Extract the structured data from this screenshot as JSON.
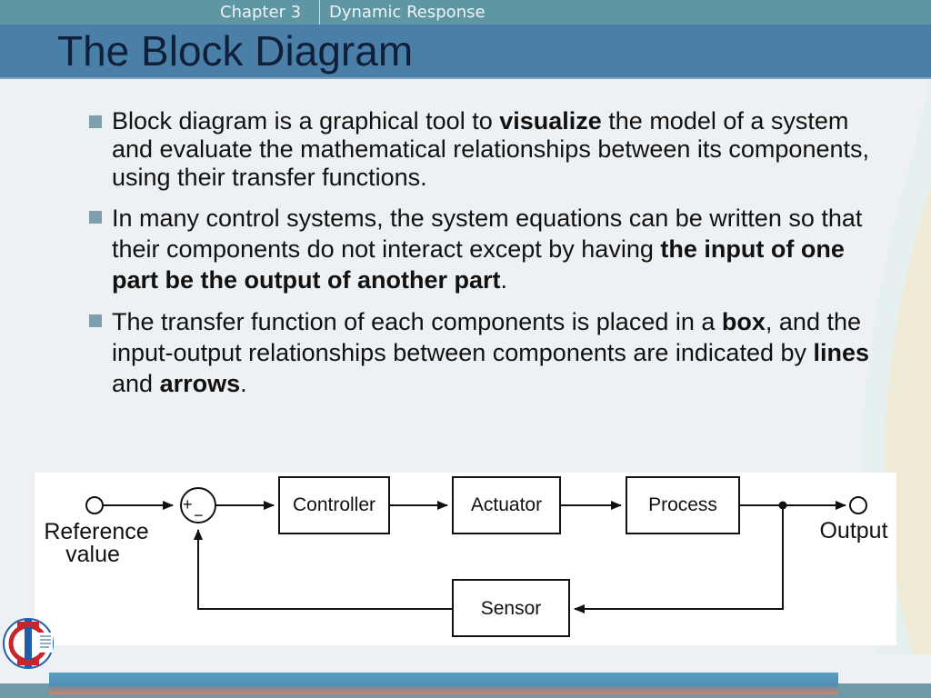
{
  "header": {
    "chapter": "Chapter 3",
    "topic": "Dynamic Response"
  },
  "slide": {
    "title": "The Block Diagram",
    "bullets": [
      {
        "parts": [
          {
            "text": "Block diagram is a graphical tool to "
          },
          {
            "text": "visualize",
            "bold": true
          },
          {
            "text": " the model of a system and evaluate the mathematical relationships between its components, using their transfer functions."
          }
        ]
      },
      {
        "parts": [
          {
            "text": "In many control systems, the system equations can be written so that their components do not interact except by having "
          },
          {
            "text": "the input of one part be the output of another part",
            "bold": true
          },
          {
            "text": "."
          }
        ]
      },
      {
        "parts": [
          {
            "text": "The transfer function of each components is placed in a "
          },
          {
            "text": "box",
            "bold": true
          },
          {
            "text": ", and the input-output relationships between components are indicated by "
          },
          {
            "text": "lines",
            "bold": true
          },
          {
            "text": " and "
          },
          {
            "text": "arrows",
            "bold": true
          },
          {
            "text": "."
          }
        ]
      }
    ]
  },
  "diagram": {
    "input_label_line1": "Reference",
    "input_label_line2": "value",
    "sum_plus": "+",
    "sum_minus": "−",
    "blocks": {
      "controller": "Controller",
      "actuator": "Actuator",
      "process": "Process",
      "sensor": "Sensor"
    },
    "output_label": "Output"
  },
  "colors": {
    "chapter_bar": "#5e96a3",
    "title_bar": "#4a80a8",
    "bullet_marker": "#7f9fad",
    "logo_red": "#c8262b",
    "logo_blue": "#1d5fa8"
  },
  "icons": {
    "logo": "university-seal-icon",
    "bullet": "square-bullet-icon"
  }
}
